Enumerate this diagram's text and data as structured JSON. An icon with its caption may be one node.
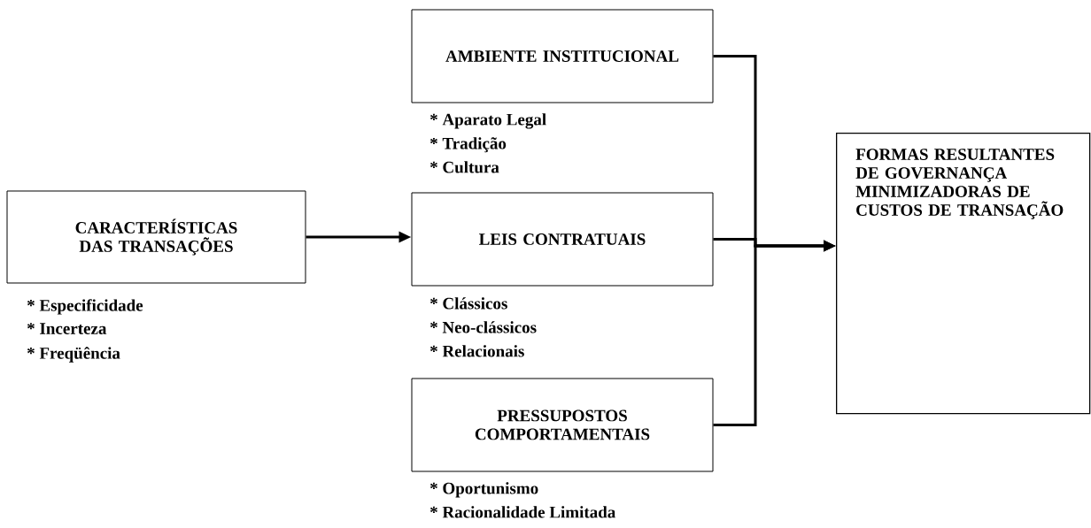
{
  "diagram": {
    "nodes": [
      {
        "text": [
          "CARACTERÍSTICAS DAS TRANSAÇÕES"
        ],
        "beside": [
          "* Especificidade",
          "* Incerteza",
          "* Freqüência"
        ]
      },
      {
        "text": [
          "AMBIENTE INSTITUCIONAL"
        ],
        "beside": [
          "* Aparato Legal",
          "* Tradição",
          "* Cultura"
        ]
      },
      {
        "text": [
          "LEIS CONTRATUAIS"
        ],
        "beside": [
          "* Clássicos",
          "* Neo-clássicos",
          "* Relacionais"
        ]
      },
      {
        "text": [
          "PRESSUPOSTOS COMPORTAMENTAIS"
        ],
        "beside": [
          "* Oportunismo",
          "* Racionalidade Limitada"
        ]
      },
      {
        "text": [
          "FORMAS RESULTANTES DE GOVERNANÇA MINIMIZADORAS DE CUSTOS DE TRANSAÇÃO"
        ]
      }
    ],
    "edges": [
      {
        "from": 0,
        "to": 2,
        "arrow": "to"
      },
      {
        "from": 1,
        "to": 4,
        "arrow": "to"
      },
      {
        "from": 2,
        "to": 4,
        "arrow": "to"
      },
      {
        "from": 3,
        "to": 4,
        "arrow": "to"
      }
    ]
  }
}
